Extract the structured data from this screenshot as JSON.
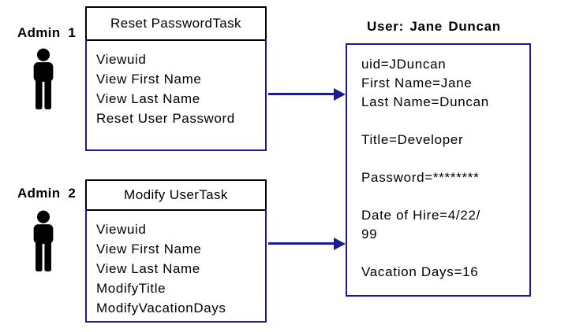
{
  "colors": {
    "box_border_navy": "#1b1b8e",
    "header_border_black": "#000000",
    "arrow": "#1b1b8e",
    "text": "#000000",
    "background": "#ffffff"
  },
  "admin1": {
    "label": "Admin 1",
    "icon": "person-silhouette-icon"
  },
  "admin2": {
    "label": "Admin 2",
    "icon": "person-silhouette-icon"
  },
  "task1": {
    "title": "Reset PasswordTask",
    "items": [
      "Viewuid",
      "View First Name",
      "View Last Name",
      "Reset  User  Password"
    ]
  },
  "task2": {
    "title": "Modify UserTask",
    "items": [
      "Viewuid",
      "View First Name",
      "View Last Name",
      "ModifyTitle",
      "ModifyVacationDays"
    ]
  },
  "user": {
    "label": "User: Jane Duncan",
    "lines": [
      "uid=JDuncan",
      "First Name=Jane",
      "Last Name=Duncan",
      "",
      "Title=Developer",
      "",
      "Password=********",
      "",
      "Date of Hire=4/22/",
      "99",
      "",
      "Vacation Days=16"
    ]
  }
}
